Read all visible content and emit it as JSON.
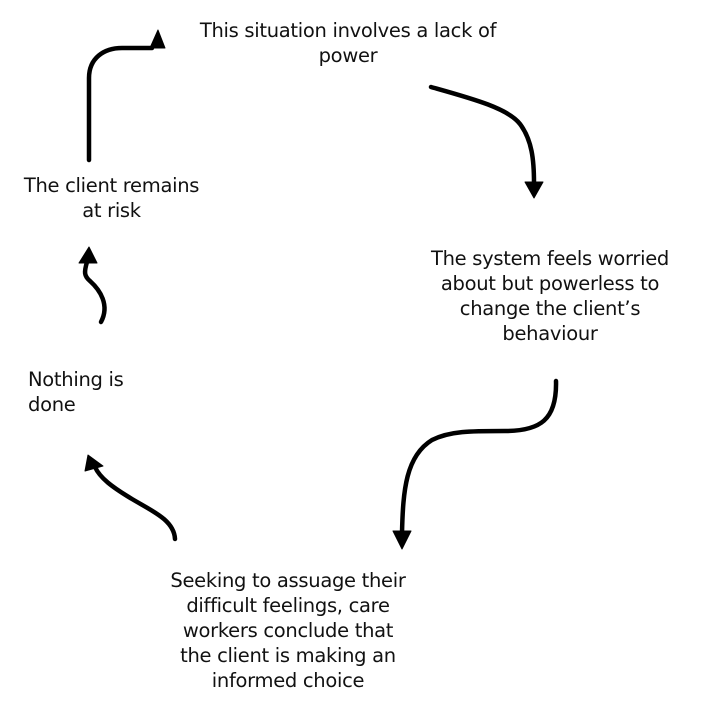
{
  "diagram": {
    "type": "cycle",
    "direction": "clockwise",
    "line_color": "#000000",
    "background": "#ffffff",
    "nodes": [
      {
        "id": "lack-of-power",
        "lines": [
          "This situation involves a lack of",
          "power"
        ]
      },
      {
        "id": "system-worried",
        "lines": [
          "The system feels worried",
          "about but powerless to",
          "change the client’s",
          "behaviour"
        ]
      },
      {
        "id": "assuage-feelings",
        "lines": [
          "Seeking to assuage their",
          "difficult feelings, care",
          "workers conclude that",
          "the client is making an",
          "informed choice"
        ]
      },
      {
        "id": "nothing-done",
        "lines": [
          "Nothing is",
          "done"
        ]
      },
      {
        "id": "client-at-risk",
        "lines": [
          "The client remains",
          "at risk"
        ]
      }
    ],
    "edges": [
      {
        "from": "lack-of-power",
        "to": "system-worried"
      },
      {
        "from": "system-worried",
        "to": "assuage-feelings"
      },
      {
        "from": "assuage-feelings",
        "to": "nothing-done"
      },
      {
        "from": "nothing-done",
        "to": "client-at-risk"
      },
      {
        "from": "client-at-risk",
        "to": "lack-of-power"
      }
    ]
  }
}
